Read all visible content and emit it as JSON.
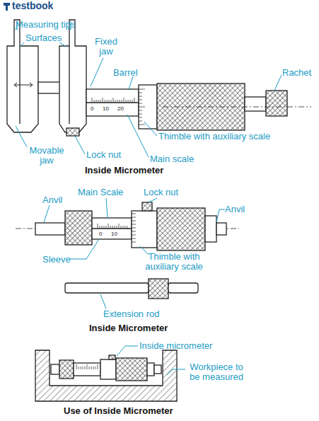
{
  "diagram": {
    "labels": [
      "testbook",
      "Measuring tips",
      "Surfaces",
      "Fixed jaw",
      "Barrel",
      "Rachet",
      "0",
      "10",
      "20",
      "Movable jaw",
      "Lock nut",
      "Thimble with auxiliary scale",
      "Main scale",
      "Inside Micrometer",
      "Main Scale",
      "Lock nut",
      "Anvil",
      "Anvil",
      "0",
      "10",
      "Sleeve",
      "Thimble with auxiliary scale",
      "Extension rod",
      "Inside Micrometer",
      "Inside micrometer",
      "Workpiece to be measured",
      "Use of Inside Micrometer"
    ]
  }
}
